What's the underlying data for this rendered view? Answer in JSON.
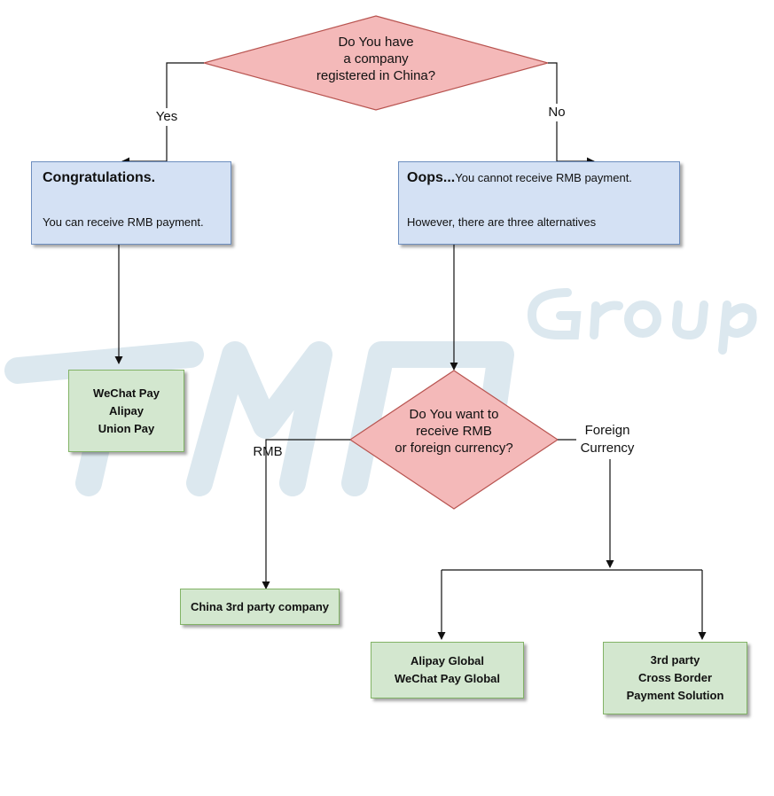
{
  "colors": {
    "decision_fill": "#f4b9b9",
    "decision_stroke": "#b85450",
    "info_fill": "#d4e1f4",
    "info_stroke": "#6d8ebf",
    "result_fill": "#d3e7cf",
    "result_stroke": "#82b366",
    "watermark": "#dce8ef"
  },
  "watermark": {
    "text": "TMO Group"
  },
  "decision1": {
    "lines": [
      "Do You have",
      "a company",
      "registered in China?"
    ]
  },
  "decision2": {
    "lines": [
      "Do You want to",
      "receive RMB",
      "or foreign currency?"
    ]
  },
  "labels": {
    "yes": "Yes",
    "no": "No",
    "rmb": "RMB",
    "foreign": [
      "Foreign",
      "Currency"
    ]
  },
  "box_yes": {
    "title": "Congratulations.",
    "body": "You can receive RMB payment."
  },
  "box_no": {
    "title": "Oops...",
    "title_suffix": "You cannot receive RMB payment.",
    "body": "However, there are three alternatives"
  },
  "results": {
    "china_domestic": [
      "WeChat Pay",
      "Alipay",
      "Union Pay"
    ],
    "china_3rd_party": [
      "China 3rd party company"
    ],
    "global_wallets": [
      "Alipay Global",
      "WeChat Pay Global"
    ],
    "cross_border": [
      "3rd party",
      "Cross Border",
      "Payment Solution"
    ]
  }
}
